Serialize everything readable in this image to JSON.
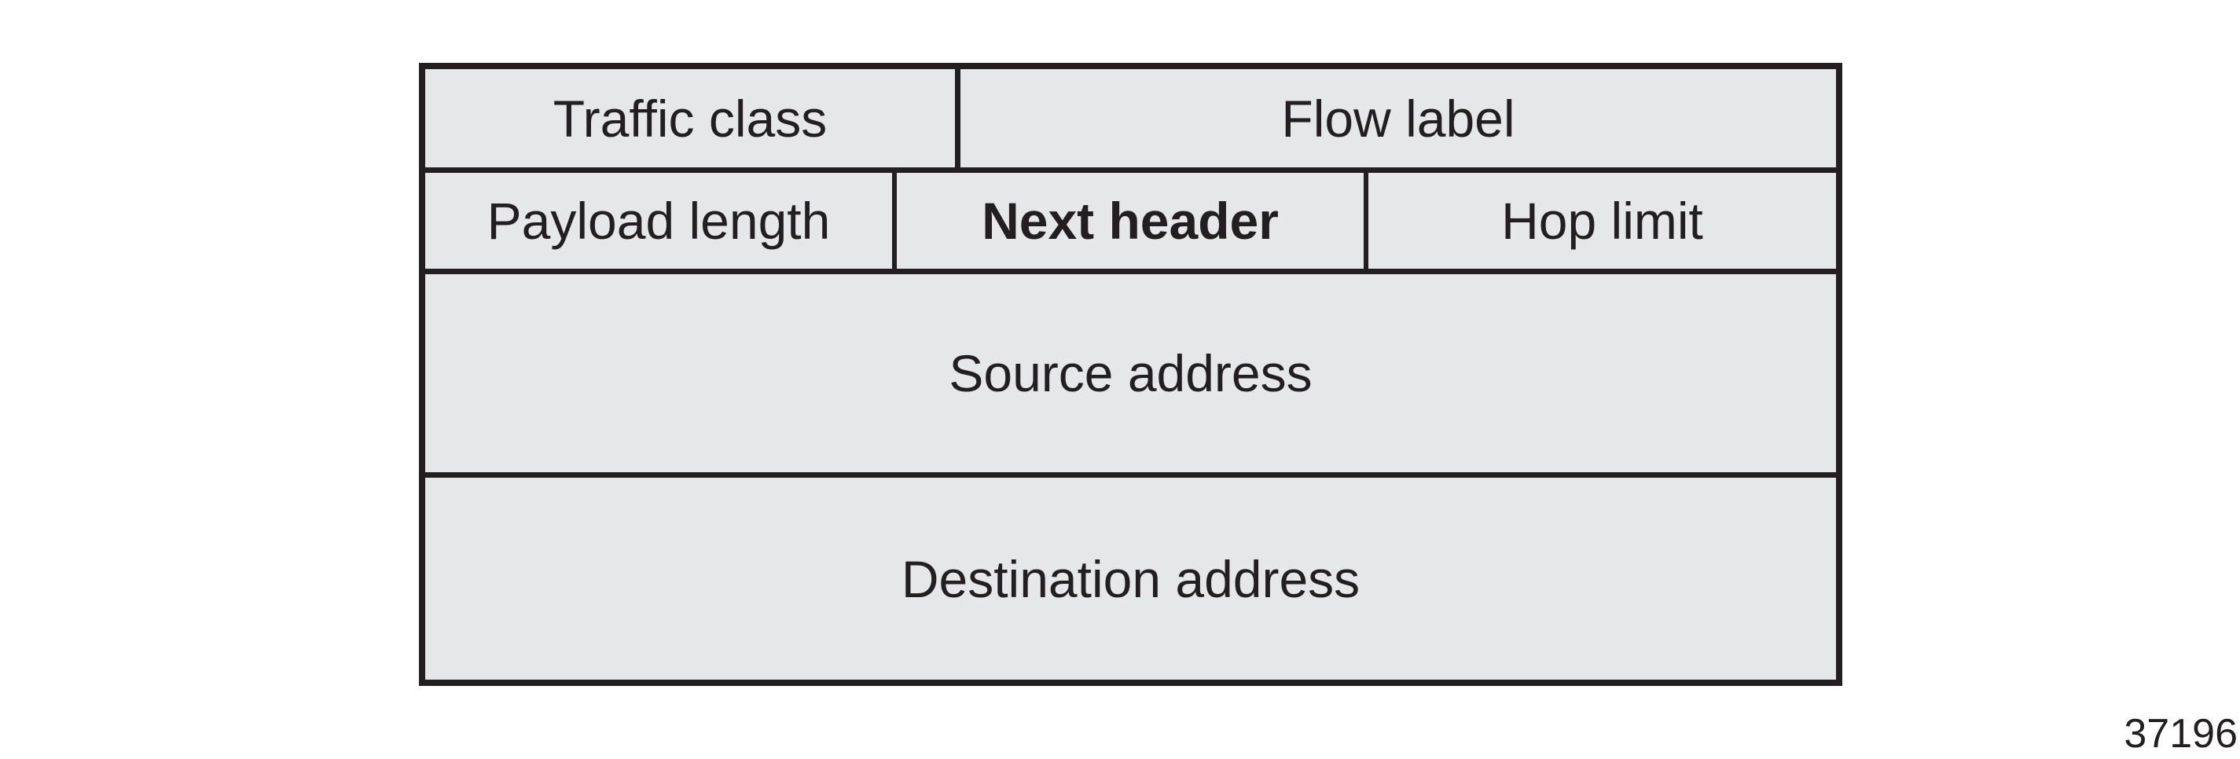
{
  "colors": {
    "page_background": "#ffffff",
    "cell_fill": "#e6e7e8",
    "line": "#231f20",
    "text": "#231f20"
  },
  "diagram": {
    "type": "packet-header-fields",
    "rows": [
      {
        "cells": [
          {
            "label": "Traffic class"
          },
          {
            "label": "Flow label"
          }
        ]
      },
      {
        "cells": [
          {
            "label": "Payload length"
          },
          {
            "label": "Next header",
            "emphasis": "bold"
          },
          {
            "label": "Hop limit"
          }
        ]
      },
      {
        "cells": [
          {
            "label": "Source address"
          }
        ]
      },
      {
        "cells": [
          {
            "label": "Destination address"
          }
        ]
      }
    ]
  },
  "figure_number": "37196"
}
